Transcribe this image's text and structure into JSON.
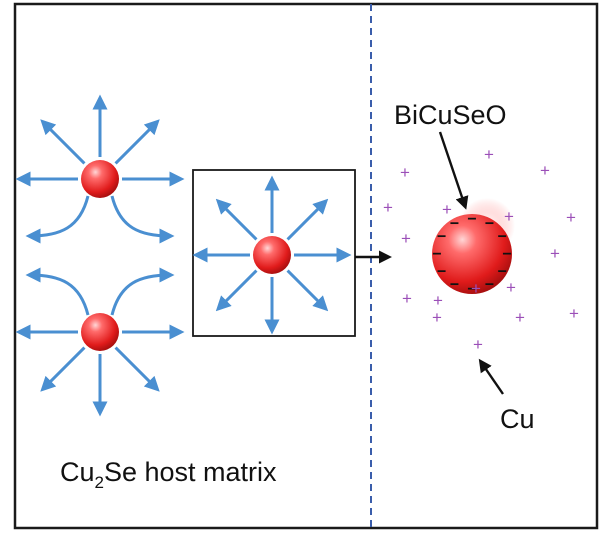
{
  "labels": {
    "bicuseo": "BiCuSeO",
    "cu": "Cu",
    "host_prefix": "Cu",
    "host_subscript": "2",
    "host_suffix": "Se host matrix"
  },
  "symbols": {
    "negative_charge": "−",
    "copper_ion": "+"
  },
  "colors": {
    "arrow": "#4a8fd1",
    "sphere_dark": "#d81d1d",
    "sphere_light": "#ff9c9c",
    "frame": "#1a1a1a",
    "divider": "#3a5dab",
    "copper_ion": "#9b4fb8"
  }
}
